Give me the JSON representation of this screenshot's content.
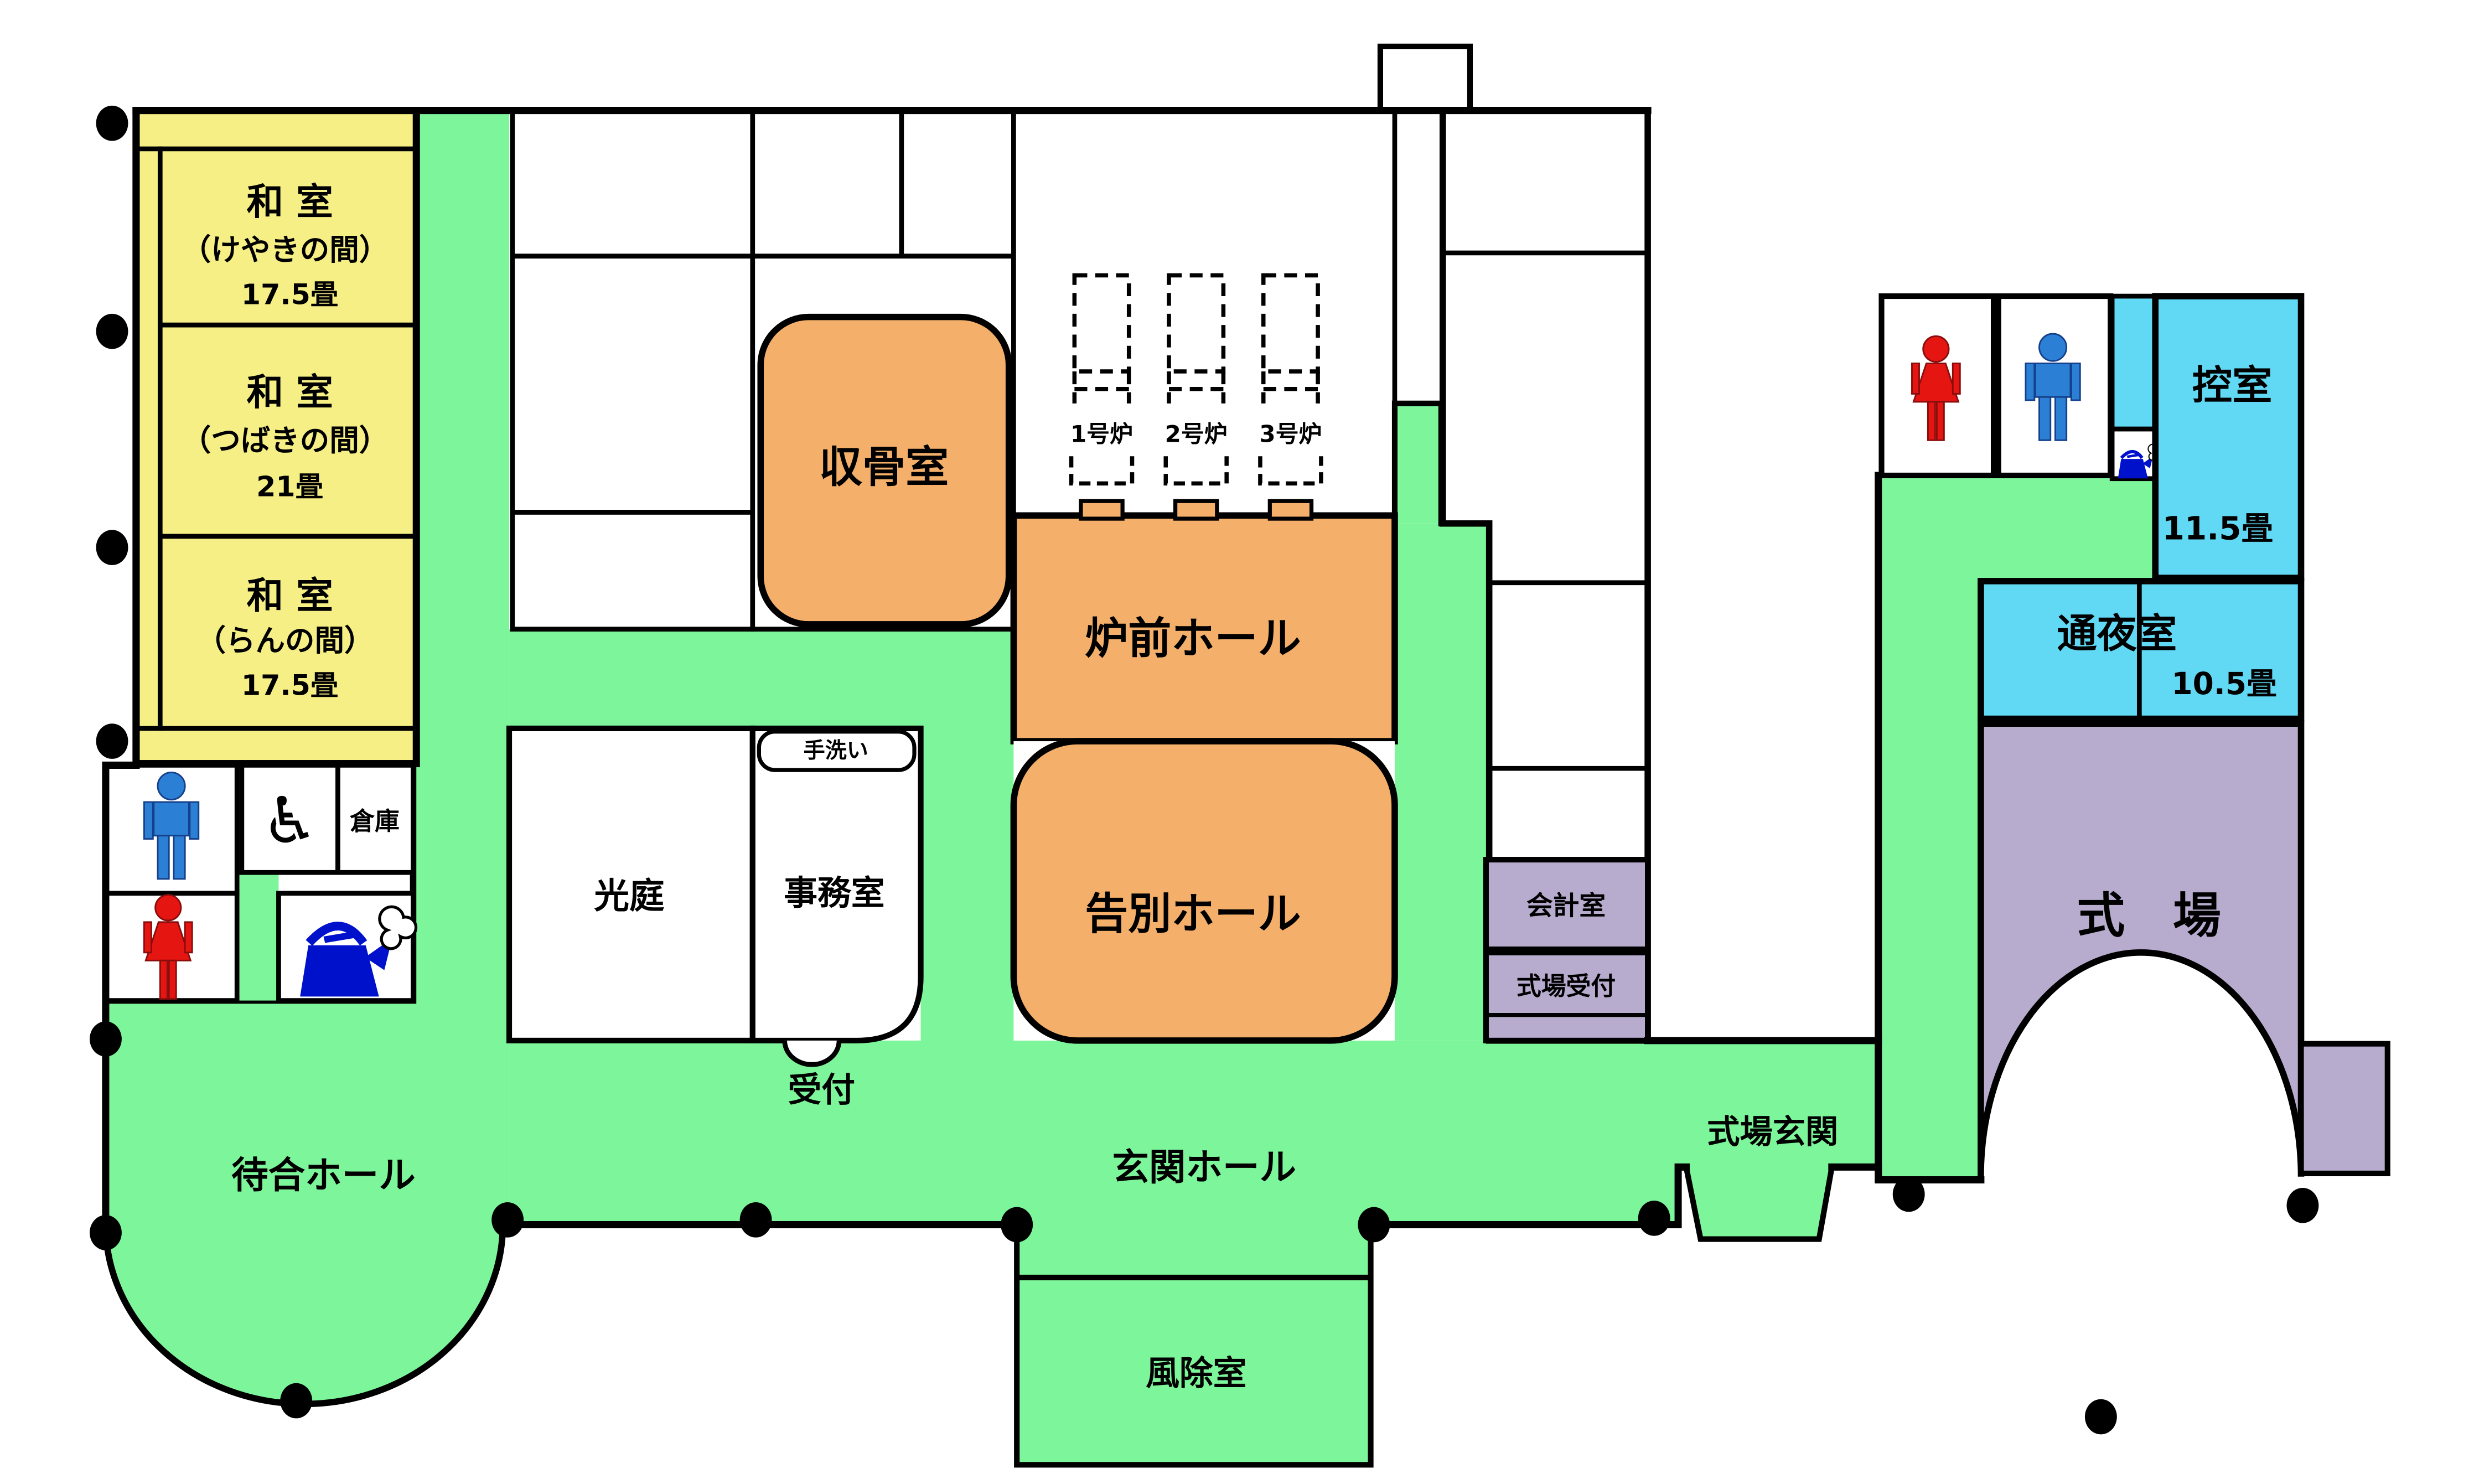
{
  "rooms": {
    "washitsu1": {
      "name": "和 室",
      "sub": "（けやきの間）",
      "size": "17.5畳"
    },
    "washitsu2": {
      "name": "和 室",
      "sub": "（つばきの間）",
      "size": "21畳"
    },
    "washitsu3": {
      "name": "和 室",
      "sub": "（らんの間）",
      "size": "17.5畳"
    },
    "souko": "倉庫",
    "shukotsushitsu": "収骨室",
    "furnaces": [
      "1号炉",
      "2号炉",
      "3号炉"
    ],
    "rozen_hall": "炉前ホール",
    "kokubetsu_hall": "告別ホール",
    "tearai": "手洗い",
    "hikariniwa": "光庭",
    "jimushitsu": "事務室",
    "uketsuke": "受付",
    "kaikeishitsu": "会計室",
    "shikijo_uketsuke": "式場受付",
    "machiai_hall": "待合ホール",
    "genkan_hall": "玄関ホール",
    "fujoshitsu": "風除室",
    "shikijo_genkan": "式場玄関",
    "hikaeshitsu": {
      "name": "控室",
      "size": "11.5畳"
    },
    "tsuyashitsu": {
      "name": "通夜室",
      "size": "10.5畳"
    },
    "shikijo": "式　場"
  },
  "icons": {
    "men_toilet": "man-icon",
    "women_toilet": "woman-icon",
    "accessible_toilet": "wheelchair-icon",
    "hot_water": "kettle-icon"
  },
  "colors": {
    "corridor_green": "#7df59a",
    "washitsu_yellow": "#f6ef85",
    "hall_orange": "#f4b06a",
    "room_cyan": "#62d9f4",
    "ceremony_purple": "#b7abce",
    "wall_black": "#000000",
    "man_blue": "#2b7fd4",
    "woman_red": "#e51511",
    "kettle_blue": "#0011cc",
    "wheelchair_blue": "#1a35cc"
  }
}
